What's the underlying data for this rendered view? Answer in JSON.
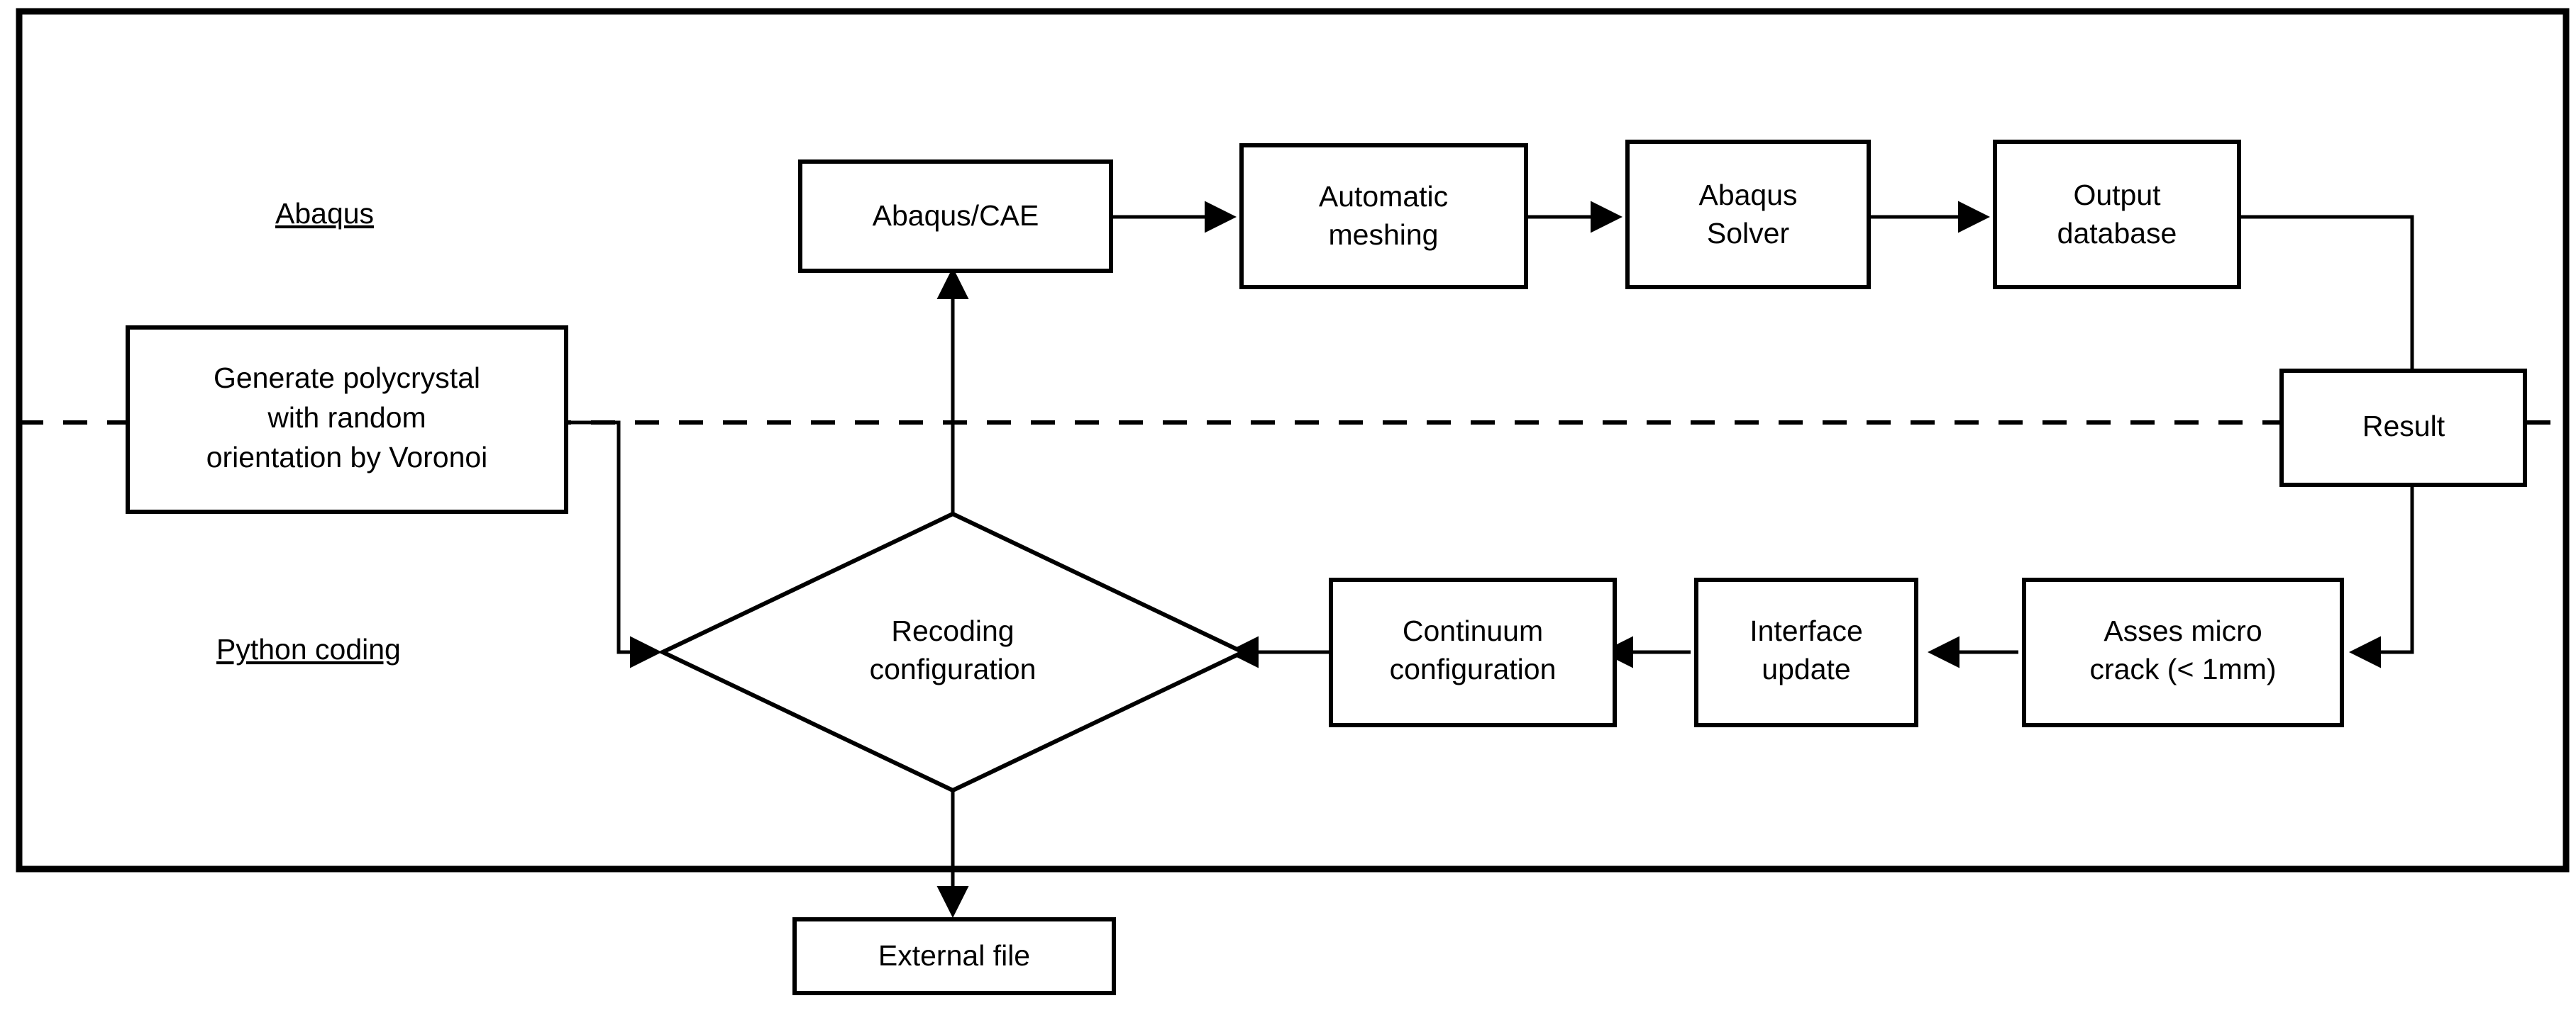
{
  "diagram": {
    "title": "Abaqus / Python coding polycrystal simulation workflow",
    "frame": {
      "name": "outer-frame"
    },
    "divider": {
      "name": "dashed-divider",
      "style": "dashed",
      "color": "#000000"
    },
    "section_labels": [
      {
        "id": "abaqus",
        "text": "Abaqus"
      },
      {
        "id": "python",
        "text": "Python coding"
      }
    ],
    "nodes": [
      {
        "id": "abaqus_cae",
        "shape": "rect",
        "lines": [
          "Abaqus/CAE"
        ]
      },
      {
        "id": "auto_mesh",
        "shape": "rect",
        "lines": [
          "Automatic",
          "meshing"
        ]
      },
      {
        "id": "abaqus_solver",
        "shape": "rect",
        "lines": [
          "Abaqus",
          "Solver"
        ]
      },
      {
        "id": "output_db",
        "shape": "rect",
        "lines": [
          "Output",
          "database"
        ]
      },
      {
        "id": "result",
        "shape": "rect",
        "lines": [
          "Result"
        ]
      },
      {
        "id": "generate_poly",
        "shape": "rect",
        "lines": [
          "Generate polycrystal",
          "with random",
          "orientation by Voronoi"
        ]
      },
      {
        "id": "recoding_config",
        "shape": "diamond",
        "lines": [
          "Recoding",
          "configuration"
        ]
      },
      {
        "id": "continuum_config",
        "shape": "rect",
        "lines": [
          "Continuum",
          "configuration"
        ]
      },
      {
        "id": "interface_update",
        "shape": "rect",
        "lines": [
          "Interface",
          "update"
        ]
      },
      {
        "id": "asses_micro",
        "shape": "rect",
        "lines": [
          "Asses micro",
          "crack (< 1mm)"
        ]
      },
      {
        "id": "external_file",
        "shape": "rect",
        "lines": [
          "External file"
        ]
      }
    ],
    "edges": [
      {
        "id": "e1",
        "from": "abaqus_cae",
        "to": "auto_mesh",
        "arrow": "end"
      },
      {
        "id": "e2",
        "from": "auto_mesh",
        "to": "abaqus_solver",
        "arrow": "end"
      },
      {
        "id": "e3",
        "from": "abaqus_solver",
        "to": "output_db",
        "arrow": "end"
      },
      {
        "id": "e4",
        "from": "output_db",
        "to": "result",
        "arrow": "end"
      },
      {
        "id": "e5",
        "from": "result",
        "to": "asses_micro",
        "arrow": "end"
      },
      {
        "id": "e6",
        "from": "asses_micro",
        "to": "interface_update",
        "arrow": "end"
      },
      {
        "id": "e7",
        "from": "interface_update",
        "to": "continuum_config",
        "arrow": "end"
      },
      {
        "id": "e8",
        "from": "continuum_config",
        "to": "recoding_config",
        "arrow": "end"
      },
      {
        "id": "e9",
        "from": "generate_poly",
        "to": "recoding_config",
        "arrow": "end"
      },
      {
        "id": "e10",
        "from": "recoding_config",
        "to": "abaqus_cae",
        "arrow": "end"
      },
      {
        "id": "e11",
        "from": "recoding_config",
        "to": "external_file",
        "arrow": "both"
      }
    ]
  }
}
